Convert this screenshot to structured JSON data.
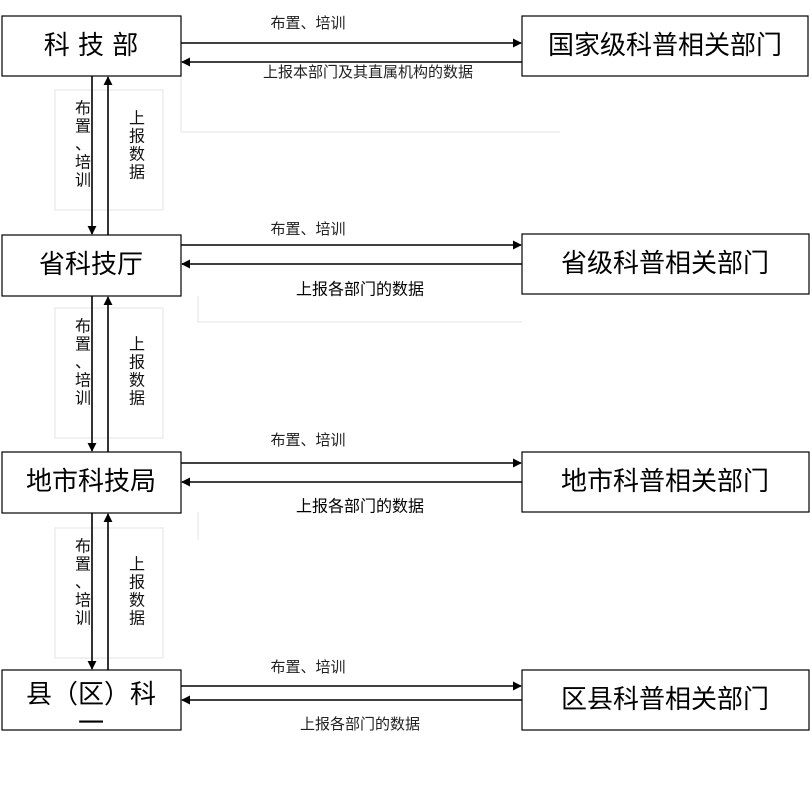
{
  "nodes": {
    "kejibu": "科 技 部",
    "shengkejiting": "省科技厅",
    "dishikejiju": "地市科技局",
    "xianke": "县（区）科",
    "xianke_cont": "一",
    "national": "国家级科普相关部门",
    "provincial": "省级科普相关部门",
    "municipal": "地市科普相关部门",
    "county": "区县科普相关部门"
  },
  "edges": {
    "row1_down": "布置、培训",
    "row1_up": "上报本部门及其直属机构的数据",
    "row2_down": "布置、培训",
    "row2_up": "上报各部门的数据",
    "row3_down": "布置、培训",
    "row3_up": "上报各部门的数据",
    "row4_down": "布置、培训",
    "row4_up": "上报各部门的数据"
  },
  "vertical": {
    "down_chars": [
      "布",
      "置",
      "、",
      "培",
      "训"
    ],
    "up_chars": [
      "上",
      "报",
      "数",
      "据"
    ]
  }
}
